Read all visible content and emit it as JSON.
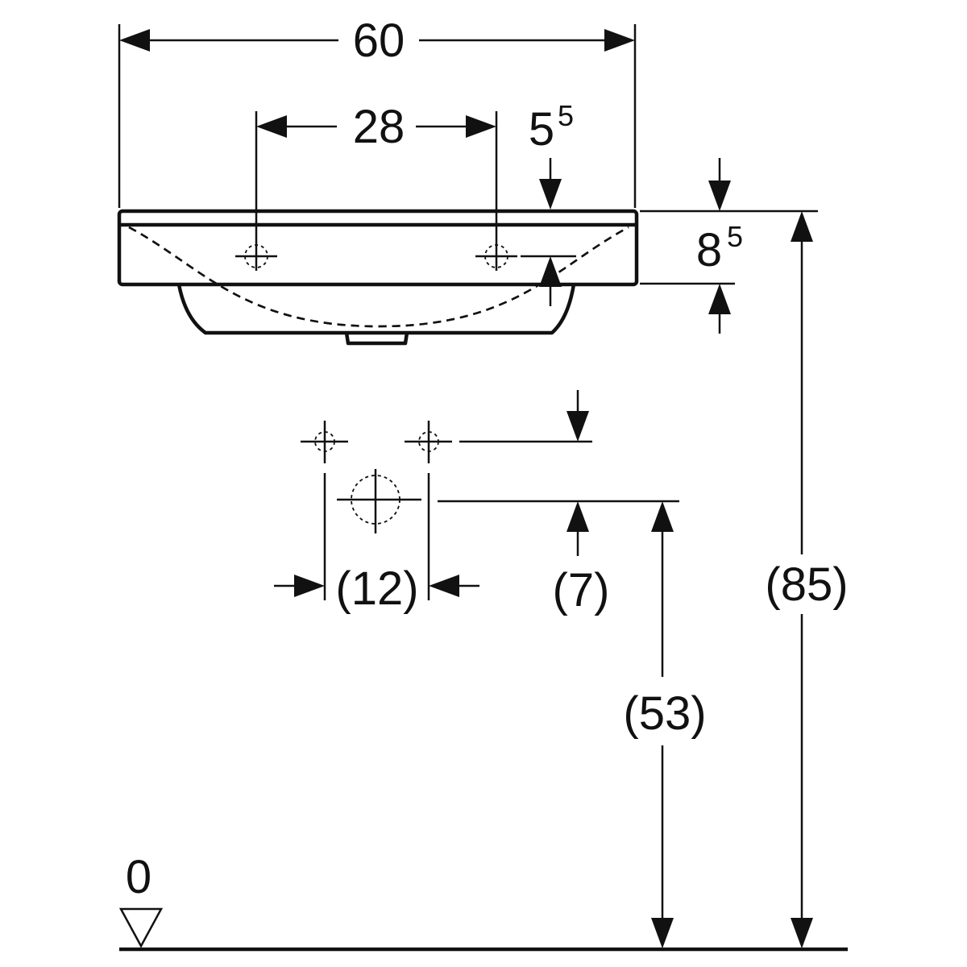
{
  "drawing": {
    "dimensions": {
      "overall_width": "60",
      "tap_hole_spacing": "28",
      "tap_hole_offset_base": "5",
      "tap_hole_offset_sup": "5",
      "rim_height_base": "8",
      "rim_height_sup": "5",
      "supply_spacing": "(12)",
      "supply_offset": "(7)",
      "drain_height": "(53)",
      "rim_total_height": "(85)",
      "floor_level": "0"
    },
    "colors": {
      "line": "#111111",
      "background": "#ffffff"
    }
  }
}
